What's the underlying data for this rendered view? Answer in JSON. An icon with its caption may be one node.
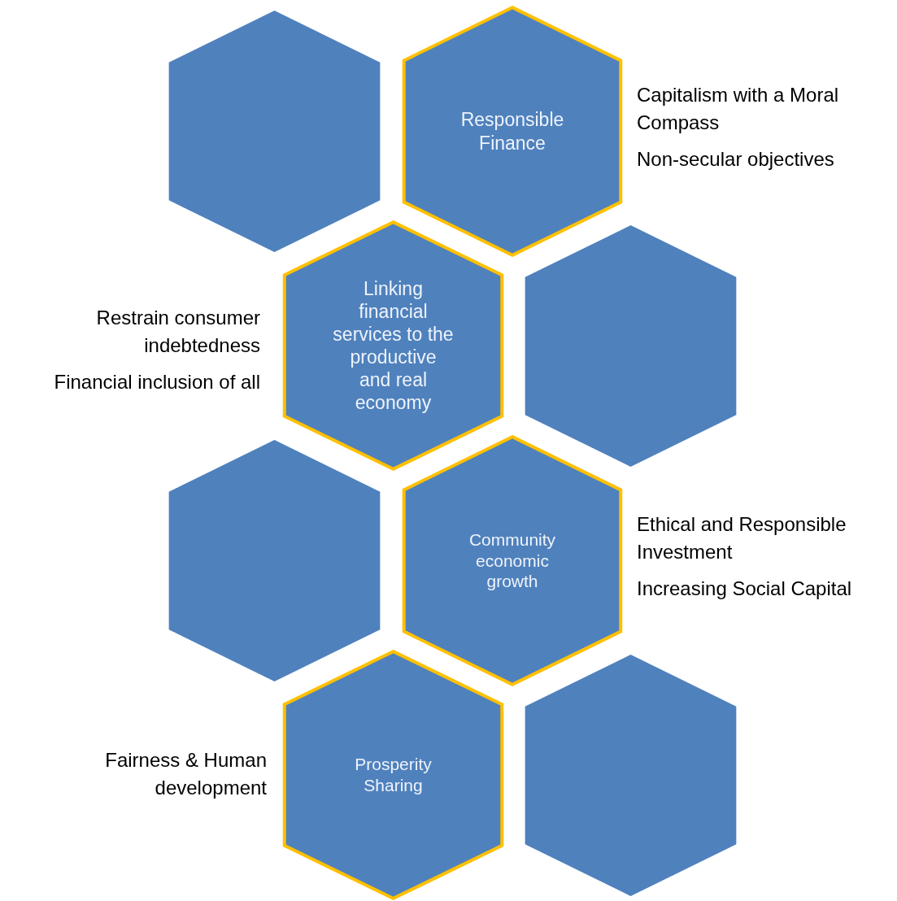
{
  "diagram": {
    "nodes": [
      {
        "text": [],
        "shape": "hexagon"
      },
      {
        "text": [
          "Responsible Finance"
        ],
        "beside": [
          "Capitalism with a Moral Compass",
          "Non-secular objectives"
        ]
      },
      {
        "text": [
          "Linking financial services to the productive and real economy"
        ],
        "beside": [
          "Restrain consumer indebtedness",
          "Financial inclusion of all"
        ]
      },
      {
        "text": [],
        "shape": "hexagon"
      },
      {
        "text": [],
        "shape": "hexagon"
      },
      {
        "text": [
          "Community economic growth"
        ],
        "beside": [
          "Ethical and Responsible Investment",
          "Increasing Social Capital"
        ]
      },
      {
        "text": [
          "Prosperity Sharing"
        ],
        "beside": [
          "Fairness & Human development"
        ]
      },
      {
        "text": [],
        "shape": "hexagon"
      }
    ]
  }
}
